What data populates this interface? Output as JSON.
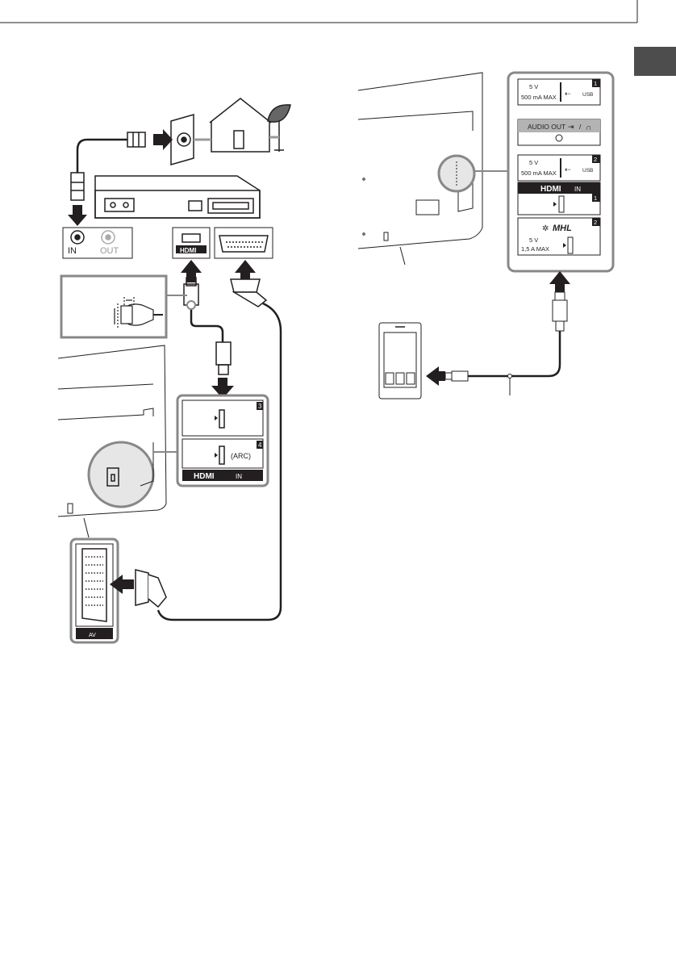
{
  "page": {
    "side_tab_color": "#4d4d4d",
    "line_color": "#231f20",
    "gray_border": "#888888"
  },
  "left_diagram": {
    "antenna_jack": {
      "in_label": "IN",
      "out_label": "OUT"
    },
    "hdmi_port_logo": "HDMI",
    "tv_hdmi_panel": {
      "port_3_number": "3",
      "port_4_number": "4",
      "port_4_label": "(ARC)",
      "logo": "HDMI",
      "logo_suffix": "IN"
    },
    "scart_panel": {
      "label": "AV"
    }
  },
  "right_diagram": {
    "usb1": {
      "voltage": "5 V",
      "current": "500 mA MAX",
      "usb_label": "USB",
      "number": "1"
    },
    "audio_out": {
      "label": "AUDIO OUT",
      "slash": "/"
    },
    "usb2": {
      "voltage": "5 V",
      "current": "500 mA MAX",
      "usb_label": "USB",
      "number": "2"
    },
    "hdmi_in_header": {
      "logo": "HDMI",
      "suffix": "IN"
    },
    "hdmi1": {
      "number": "1"
    },
    "hdmi2_mhl": {
      "number": "2",
      "mhl_label": "MHL",
      "voltage": "5 V",
      "current": "1,5 A MAX"
    }
  }
}
